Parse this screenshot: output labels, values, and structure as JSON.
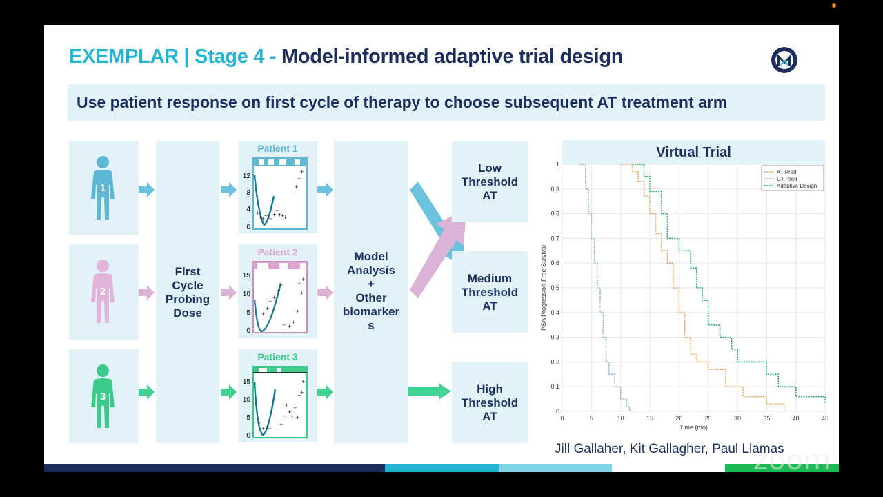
{
  "title": {
    "part1": "EXEMPLAR | Stage 4 - ",
    "part2": "Model-informed adaptive trial design"
  },
  "subtitle": "Use patient response on first cycle of therapy to choose subsequent AT treatment arm",
  "patients": [
    {
      "number": "1",
      "color": "#5fb7d4"
    },
    {
      "number": "2",
      "color": "#e2b4d9"
    },
    {
      "number": "3",
      "color": "#3cc98a"
    }
  ],
  "columns": {
    "probing_dose": [
      "First",
      "Cycle",
      "Probing",
      "Dose"
    ],
    "model_analysis": [
      "Model",
      "Analysis",
      "+",
      "Other",
      "biomarker",
      "s"
    ]
  },
  "mini_plots": [
    {
      "title": "Patient 1",
      "color": "#5fb7d4",
      "yticks": [
        "12",
        "8",
        "4",
        "0"
      ]
    },
    {
      "title": "Patient 2",
      "color": "#d9a7cd",
      "yticks": [
        "15",
        "10",
        "5",
        "0"
      ]
    },
    {
      "title": "Patient 3",
      "color": "#3cc98a",
      "yticks": [
        "15",
        "10",
        "5",
        "0"
      ]
    }
  ],
  "outcomes": [
    {
      "lines": [
        "Low",
        "Threshold",
        "AT"
      ]
    },
    {
      "lines": [
        "Medium",
        "Threshold",
        "AT"
      ]
    },
    {
      "lines": [
        "High",
        "Threshold",
        "AT"
      ]
    }
  ],
  "virtual_trial_title": "Virtual Trial",
  "chart_data": {
    "type": "line",
    "xlabel": "Time (mo)",
    "ylabel": "PSA Progression-Free Survival",
    "xlim": [
      0,
      45
    ],
    "ylim": [
      0,
      1
    ],
    "xticks": [
      "0",
      "5",
      "10",
      "15",
      "20",
      "25",
      "30",
      "35",
      "40",
      "45"
    ],
    "yticks": [
      "0",
      "0.1",
      "0.2",
      "0.3",
      "0.4",
      "0.5",
      "0.6",
      "0.7",
      "0.8",
      "0.9",
      "1"
    ],
    "legend_position": "top-right",
    "grid": true,
    "series": [
      {
        "name": "AT Pred",
        "color": "#e8a85a",
        "x": [
          10,
          12,
          13,
          14,
          15,
          16,
          17,
          18,
          19,
          20,
          21,
          22,
          23,
          25,
          28,
          31,
          35,
          38
        ],
        "y": [
          1,
          0.97,
          0.93,
          0.87,
          0.8,
          0.72,
          0.65,
          0.6,
          0.5,
          0.4,
          0.3,
          0.23,
          0.2,
          0.17,
          0.1,
          0.06,
          0.03,
          0
        ]
      },
      {
        "name": "CT Pred",
        "color": "#8fb8d8",
        "x": [
          3,
          4,
          4.5,
          5,
          5.5,
          6,
          6.5,
          7,
          7.5,
          8,
          9,
          10,
          11,
          11.5
        ],
        "y": [
          1,
          0.9,
          0.8,
          0.7,
          0.6,
          0.5,
          0.4,
          0.3,
          0.2,
          0.15,
          0.1,
          0.05,
          0.02,
          0
        ]
      },
      {
        "name": "Adaptive Design",
        "color": "#1aaa5e",
        "x": [
          12,
          14,
          15,
          17,
          18,
          20,
          22,
          23,
          24,
          25,
          27,
          29,
          30,
          35,
          37,
          40,
          45
        ],
        "y": [
          1,
          0.95,
          0.89,
          0.8,
          0.7,
          0.65,
          0.58,
          0.5,
          0.45,
          0.35,
          0.3,
          0.25,
          0.2,
          0.15,
          0.1,
          0.06,
          0.03
        ]
      }
    ]
  },
  "authors": "Jill Gallaher, Kit Gallagher, Paul Llamas",
  "colors": {
    "accent_teal": "#23b5d3",
    "navy": "#1c2f5c",
    "panel_bg": "#e1f3f8",
    "arrow_blue": "#6cc1dc",
    "arrow_pink": "#dcb3d6",
    "arrow_green": "#43d092"
  },
  "icons": {
    "logo": "mm-logo-icon",
    "person": "person-icon"
  }
}
